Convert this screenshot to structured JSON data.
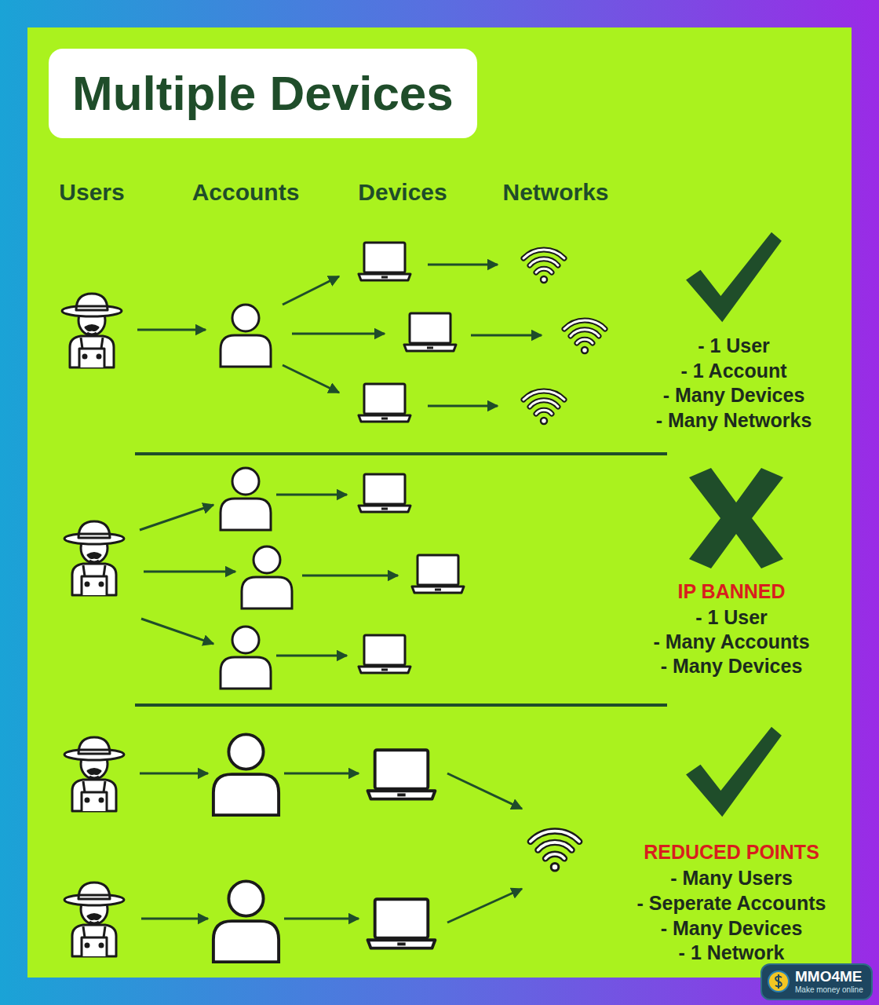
{
  "diagram": {
    "title": "Multiple Devices",
    "nodes": [
      {
        "text": [
          "MMO4ME",
          "Make money online"
        ]
      }
    ],
    "labels": [
      "Users",
      "Accounts",
      "Devices",
      "Networks",
      "- 1 User",
      "- 1 Account",
      "- Many Devices",
      "- Many Networks",
      "IP BANNED",
      "- 1 User",
      "- Many Accounts",
      "- Many Devices",
      "REDUCED POINTS",
      "- Many Users",
      "- Seperate Accounts",
      "- Many Devices",
      "- 1 Network"
    ]
  }
}
